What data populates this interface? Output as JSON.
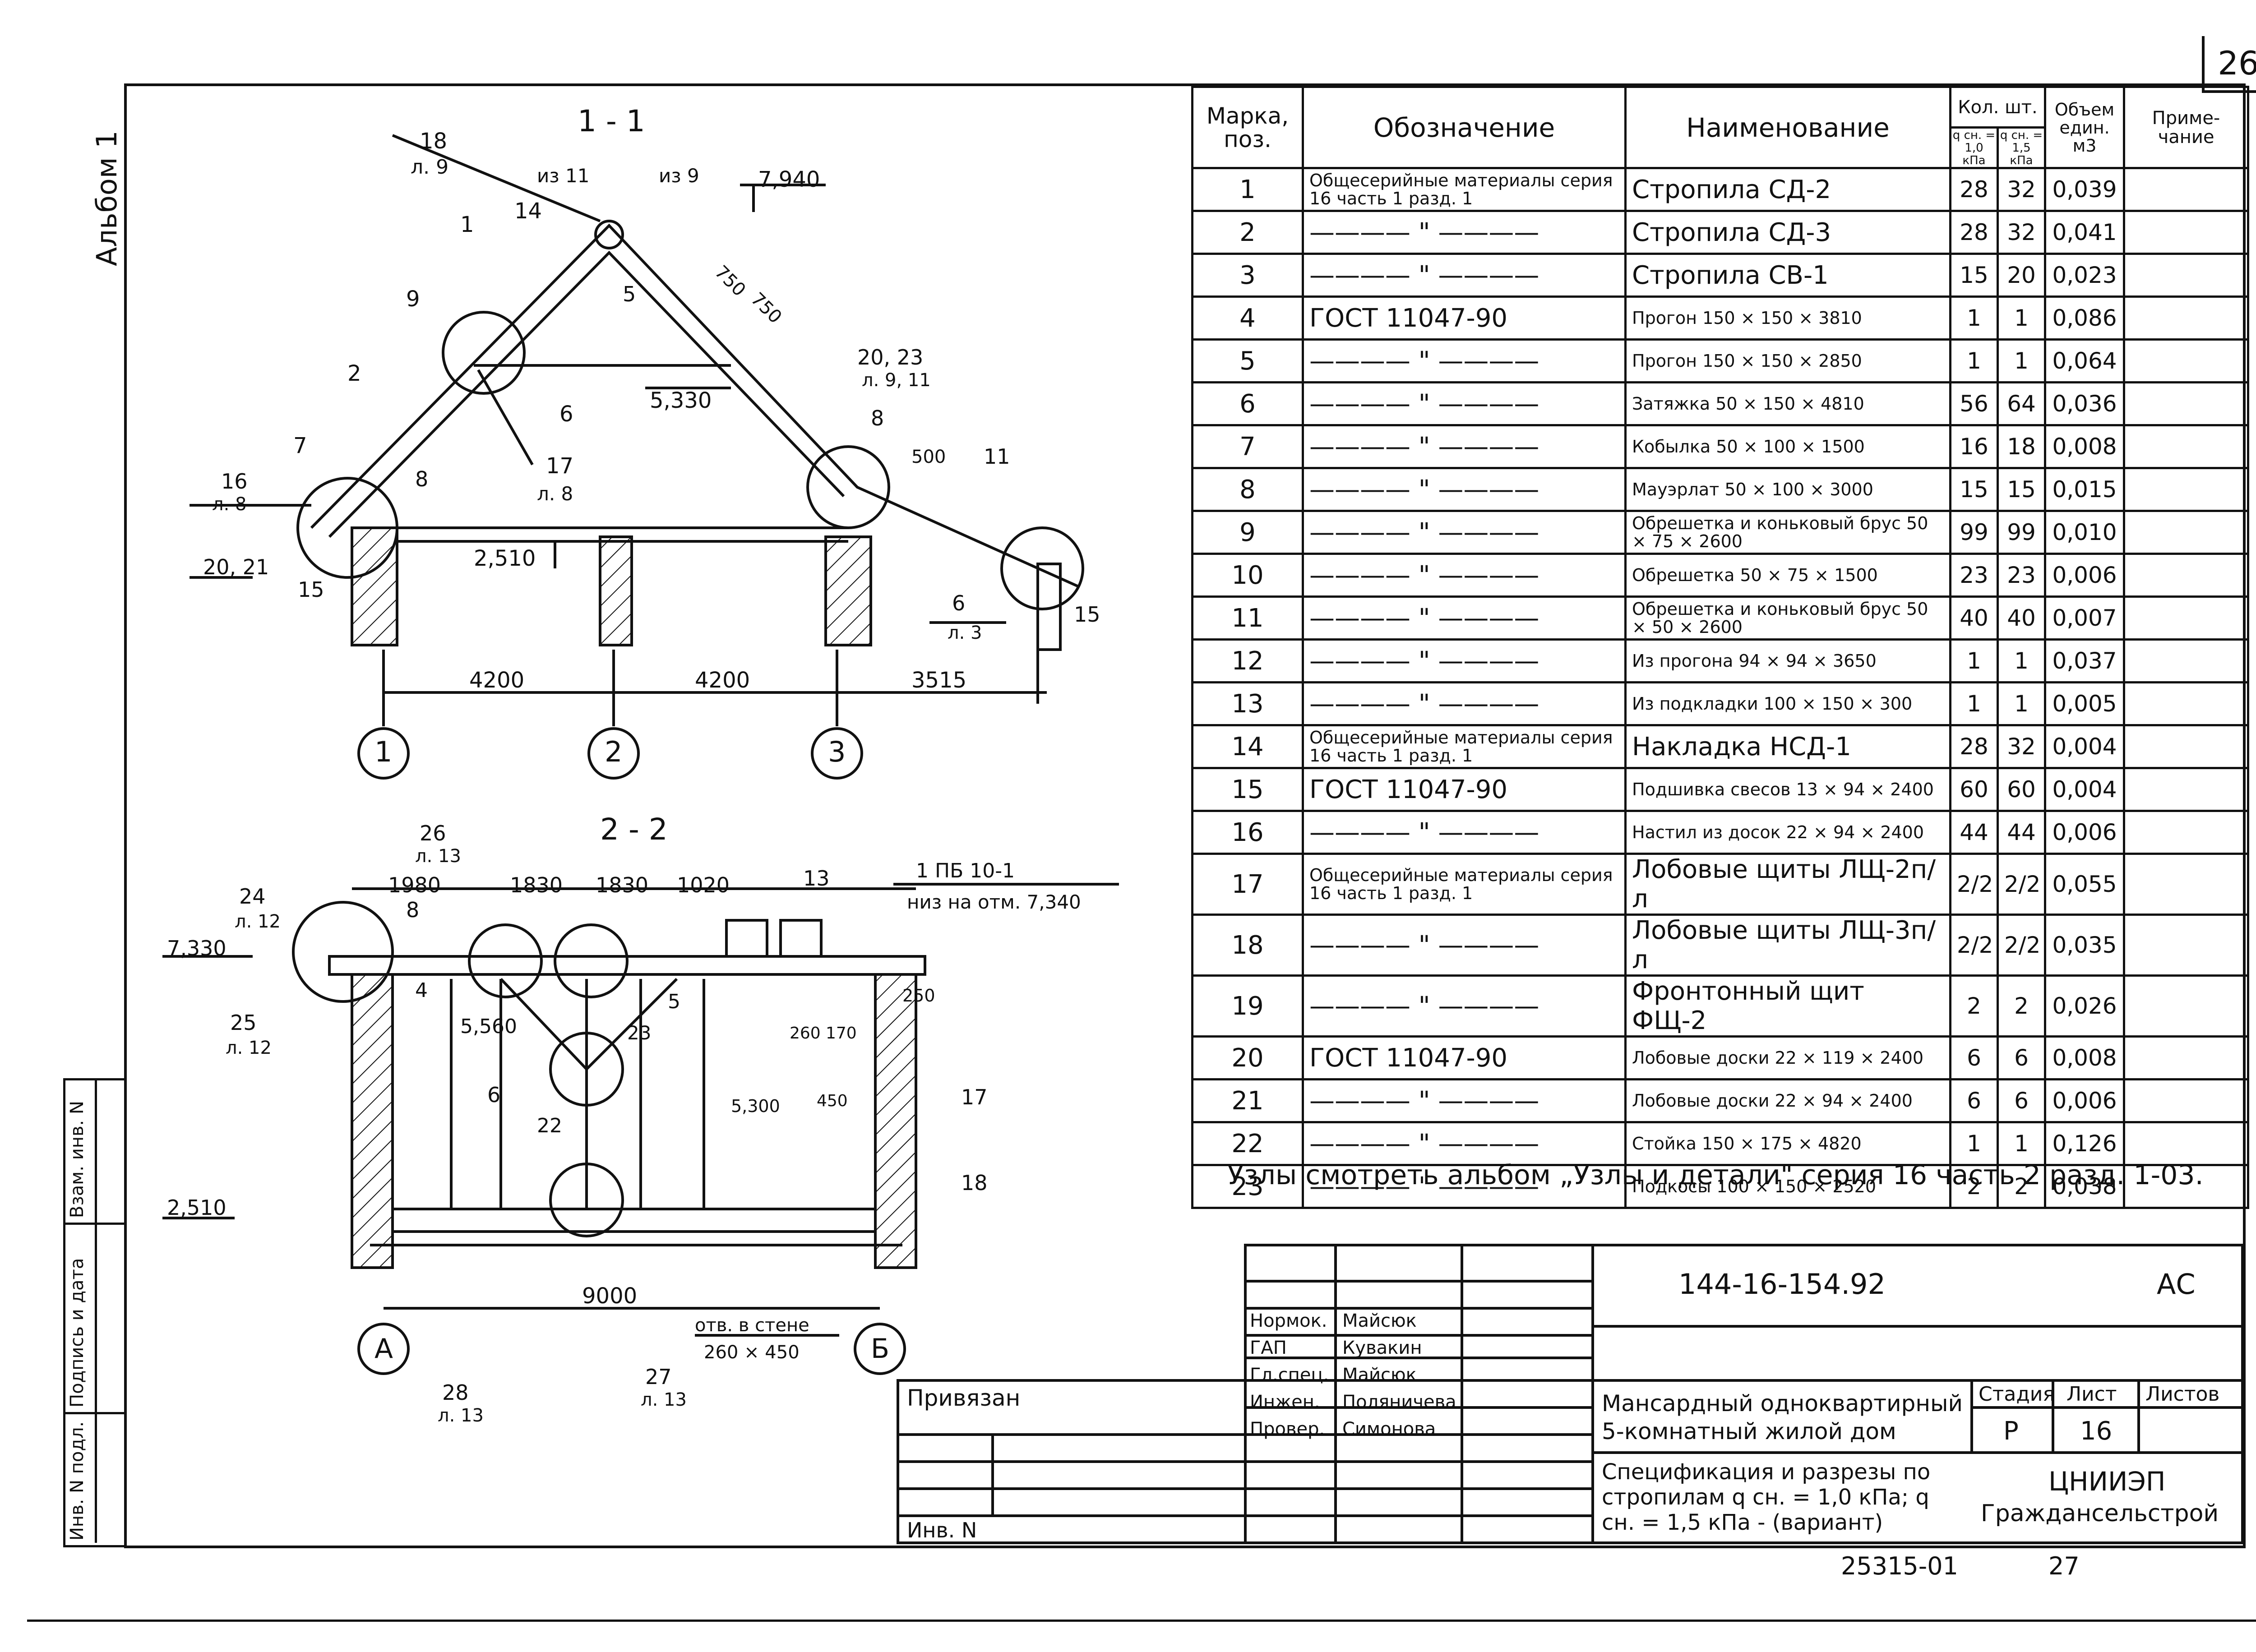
{
  "sheet_number": "26",
  "album_label": "Альбом 1",
  "side_stamp": {
    "inv_podl": "Инв. N подл.",
    "podpis_data": "Подпись и дата",
    "vzam_inv": "Взам. инв. N"
  },
  "sections": {
    "section_1_1": {
      "title": "1 - 1",
      "marks": [
        "18",
        "л. 9",
        "из 11",
        "из 9",
        "7,940",
        "1",
        "14",
        "5",
        "750",
        "750",
        "9",
        "2",
        "6",
        "5,330",
        "20, 23",
        "л. 9, 11",
        "8",
        "500",
        "11",
        "7",
        "16",
        "л. 8",
        "17",
        "л. 8",
        "8",
        "2,510",
        "20, 21",
        "15",
        "6",
        "л. 3",
        "15"
      ],
      "dims": [
        "4200",
        "4200",
        "3515"
      ],
      "axes": [
        "1",
        "2",
        "3"
      ]
    },
    "section_2_2": {
      "title": "2 - 2",
      "marks": [
        "26",
        "л. 13",
        "1980",
        "1830",
        "1830",
        "1020",
        "13",
        "1 ПБ 10-1",
        "низ на отм. 7,340",
        "24",
        "л. 12",
        "8",
        "7,330",
        "25",
        "л. 12",
        "4",
        "5,560",
        "23",
        "5",
        "250",
        "260",
        "170",
        "6",
        "22",
        "5,300",
        "450",
        "17",
        "18",
        "2,510",
        "28",
        "л. 13",
        "27",
        "л. 13",
        "отв. в стене",
        "260 × 450"
      ],
      "dims": [
        "9000"
      ],
      "axes": [
        "А",
        "Б"
      ]
    }
  },
  "spec_table": {
    "headers": {
      "mark": "Марка, поз.",
      "designation": "Обозначение",
      "name": "Наименование",
      "qty": "Кол. шт.",
      "qty_a": "q сн. = 1,0 кПа",
      "qty_b": "q сн. = 1,5 кПа",
      "volume": "Объем един. м3",
      "note": "Приме- чание"
    },
    "rows": [
      {
        "pos": "1",
        "des": "Общесерийные материалы серия 16 часть 1 разд. 1",
        "name": "Стропила СД-2",
        "q1": "28",
        "q2": "32",
        "v": "0,039",
        "note": ""
      },
      {
        "pos": "2",
        "des": "———— \" ————",
        "name": "Стропила СД-3",
        "q1": "28",
        "q2": "32",
        "v": "0,041",
        "note": ""
      },
      {
        "pos": "3",
        "des": "———— \" ————",
        "name": "Стропила СВ-1",
        "q1": "15",
        "q2": "20",
        "v": "0,023",
        "note": ""
      },
      {
        "pos": "4",
        "des": "ГОСТ 11047-90",
        "name": "Прогон 150 × 150 × 3810",
        "q1": "1",
        "q2": "1",
        "v": "0,086",
        "note": ""
      },
      {
        "pos": "5",
        "des": "———— \" ————",
        "name": "Прогон 150 × 150 × 2850",
        "q1": "1",
        "q2": "1",
        "v": "0,064",
        "note": ""
      },
      {
        "pos": "6",
        "des": "———— \" ————",
        "name": "Затяжка 50 × 150 × 4810",
        "q1": "56",
        "q2": "64",
        "v": "0,036",
        "note": ""
      },
      {
        "pos": "7",
        "des": "———— \" ————",
        "name": "Кобылка 50 × 100 × 1500",
        "q1": "16",
        "q2": "18",
        "v": "0,008",
        "note": ""
      },
      {
        "pos": "8",
        "des": "———— \" ————",
        "name": "Мауэрлат 50 × 100 × 3000",
        "q1": "15",
        "q2": "15",
        "v": "0,015",
        "note": ""
      },
      {
        "pos": "9",
        "des": "———— \" ————",
        "name": "Обрешетка и коньковый брус 50 × 75 × 2600",
        "q1": "99",
        "q2": "99",
        "v": "0,010",
        "note": ""
      },
      {
        "pos": "10",
        "des": "———— \" ————",
        "name": "Обрешетка 50 × 75 × 1500",
        "q1": "23",
        "q2": "23",
        "v": "0,006",
        "note": ""
      },
      {
        "pos": "11",
        "des": "———— \" ————",
        "name": "Обрешетка и коньковый брус 50 × 50 × 2600",
        "q1": "40",
        "q2": "40",
        "v": "0,007",
        "note": ""
      },
      {
        "pos": "12",
        "des": "———— \" ————",
        "name": "Из прогона 94 × 94 × 3650",
        "q1": "1",
        "q2": "1",
        "v": "0,037",
        "note": ""
      },
      {
        "pos": "13",
        "des": "———— \" ————",
        "name": "Из подкладки 100 × 150 × 300",
        "q1": "1",
        "q2": "1",
        "v": "0,005",
        "note": ""
      },
      {
        "pos": "14",
        "des": "Общесерийные материалы серия 16 часть 1 разд. 1",
        "name": "Накладка НСД-1",
        "q1": "28",
        "q2": "32",
        "v": "0,004",
        "note": ""
      },
      {
        "pos": "15",
        "des": "ГОСТ 11047-90",
        "name": "Подшивка свесов 13 × 94 × 2400",
        "q1": "60",
        "q2": "60",
        "v": "0,004",
        "note": ""
      },
      {
        "pos": "16",
        "des": "———— \" ————",
        "name": "Настил из досок 22 × 94 × 2400",
        "q1": "44",
        "q2": "44",
        "v": "0,006",
        "note": ""
      },
      {
        "pos": "17",
        "des": "Общесерийные материалы серия 16 часть 1 разд. 1",
        "name": "Лобовые щиты ЛЩ-2п/л",
        "q1": "2/2",
        "q2": "2/2",
        "v": "0,055",
        "note": ""
      },
      {
        "pos": "18",
        "des": "———— \" ————",
        "name": "Лобовые щиты ЛЩ-3п/л",
        "q1": "2/2",
        "q2": "2/2",
        "v": "0,035",
        "note": ""
      },
      {
        "pos": "19",
        "des": "———— \" ————",
        "name": "Фронтонный щит ФЩ-2",
        "q1": "2",
        "q2": "2",
        "v": "0,026",
        "note": ""
      },
      {
        "pos": "20",
        "des": "ГОСТ 11047-90",
        "name": "Лобовые доски 22 × 119 × 2400",
        "q1": "6",
        "q2": "6",
        "v": "0,008",
        "note": ""
      },
      {
        "pos": "21",
        "des": "———— \" ————",
        "name": "Лобовые доски 22 × 94 × 2400",
        "q1": "6",
        "q2": "6",
        "v": "0,006",
        "note": ""
      },
      {
        "pos": "22",
        "des": "———— \" ————",
        "name": "Стойка 150 × 175 × 4820",
        "q1": "1",
        "q2": "1",
        "v": "0,126",
        "note": ""
      },
      {
        "pos": "23",
        "des": "———— \" ————",
        "name": "Подкосы 100 × 150 × 2520",
        "q1": "2",
        "q2": "2",
        "v": "0,038",
        "note": ""
      }
    ]
  },
  "note": "Узлы смотреть альбом „Узлы и детали\" серия 16 часть 2 разд. 1-03.",
  "title_block": {
    "code": "144-16-154.92",
    "mark": "АС",
    "privyazan": "Привязан",
    "inv": "Инв. N",
    "roles": [
      {
        "role": "Нормок.",
        "name": "Майсюк"
      },
      {
        "role": "ГАП",
        "name": "Кувакин"
      },
      {
        "role": "Гл.спец.",
        "name": "Майсюк"
      },
      {
        "role": "Инжен.",
        "name": "Поляничева"
      },
      {
        "role": "Провер.",
        "name": "Симонова"
      }
    ],
    "project": "Мансардный одноквартирный 5-комнатный жилой дом",
    "stage_label": "Стадия",
    "sheet_label": "Лист",
    "sheets_label": "Листов",
    "stage": "Р",
    "sheet": "16",
    "sheets": "",
    "drawing_title": "Спецификация и разрезы по стропилам q сн. = 1,0 кПа; q сн. = 1,5 кПа - (вариант)",
    "org_line1": "ЦНИИЭП",
    "org_line2": "Граждансельстрой",
    "bottom_code": "25315-01",
    "bottom_page": "27"
  }
}
